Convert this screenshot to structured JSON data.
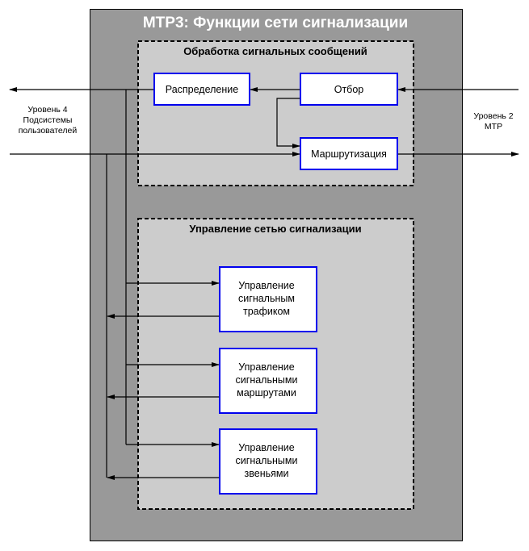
{
  "title": "МТР3: Функции сети сигнализации",
  "colors": {
    "outer_fill": "#999999",
    "inner_fill": "#cccccc",
    "box_border": "#0000ee",
    "line": "#000000",
    "title_text": "#ffffff"
  },
  "left_label": [
    "Уровень 4",
    "Подсистемы",
    "пользователей"
  ],
  "right_label": [
    "Уровень 2",
    "МТР"
  ],
  "message_handling": {
    "title": "Обработка сигнальных сообщений",
    "boxes": {
      "distribution": "Распределение",
      "discrimination": "Отбор",
      "routing": "Маршрутизация"
    }
  },
  "network_management": {
    "title": "Управление сетью сигнализации",
    "boxes": [
      {
        "lines": [
          "Управление",
          "сигнальным",
          "трафиком"
        ]
      },
      {
        "lines": [
          "Управление",
          "сигнальными",
          "маршрутами"
        ]
      },
      {
        "lines": [
          "Управление",
          "сигнальными",
          "звеньями"
        ]
      }
    ]
  }
}
